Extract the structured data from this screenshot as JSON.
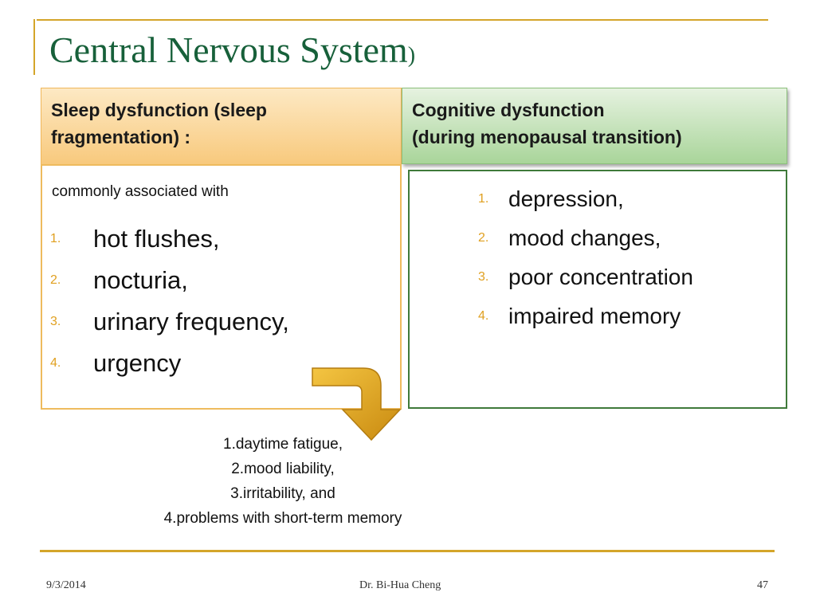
{
  "slide": {
    "title": "Central Nervous System",
    "title_paren": ")",
    "left": {
      "header_line1": "Sleep dysfunction (sleep",
      "header_line2": "fragmentation) :",
      "intro": "commonly associated with",
      "items": [
        {
          "num": "1.",
          "text": "hot flushes,"
        },
        {
          "num": "2.",
          "text": "nocturia,"
        },
        {
          "num": "3.",
          "text": "urinary frequency,"
        },
        {
          "num": "4.",
          "text": "urgency"
        }
      ]
    },
    "right": {
      "header_line1": "Cognitive dysfunction",
      "header_line2": "(during menopausal transition)",
      "items": [
        {
          "num": "1.",
          "text": "depression,"
        },
        {
          "num": "2.",
          "text": "mood changes,"
        },
        {
          "num": "3.",
          "text": "poor concentration"
        },
        {
          "num": "4.",
          "text": "impaired memory"
        }
      ]
    },
    "outcomes": [
      "1.daytime fatigue,",
      "2.mood liability,",
      "3.irritability, and",
      "4.problems with short-term memory"
    ],
    "footer": {
      "date": "9/3/2014",
      "author": "Dr. Bi-Hua Cheng",
      "page": "47"
    }
  },
  "colors": {
    "title": "#17603a",
    "accent_gold": "#d4a52a",
    "left_header": "#f8c97c",
    "right_header": "#a9d59a",
    "right_border": "#3f7a3a",
    "arrow": "#e0a020"
  }
}
